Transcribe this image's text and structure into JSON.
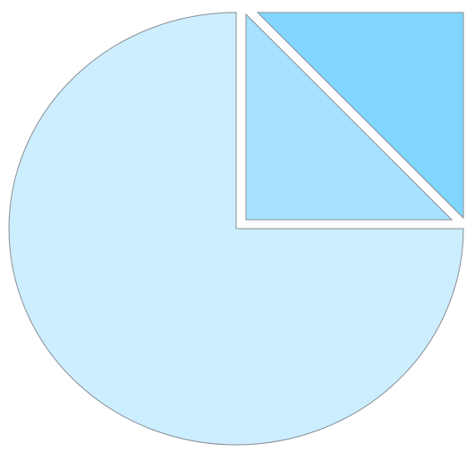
{
  "diagram": {
    "stroke_color": "#8a8f96",
    "background_color": "#ffffff",
    "shapes": [
      {
        "id": "large-three-quarter-sector",
        "fill": "#cceeff"
      },
      {
        "id": "lower-left-triangle",
        "fill": "#a6e2ff"
      },
      {
        "id": "upper-right-triangle",
        "fill": "#80d6ff"
      }
    ]
  }
}
